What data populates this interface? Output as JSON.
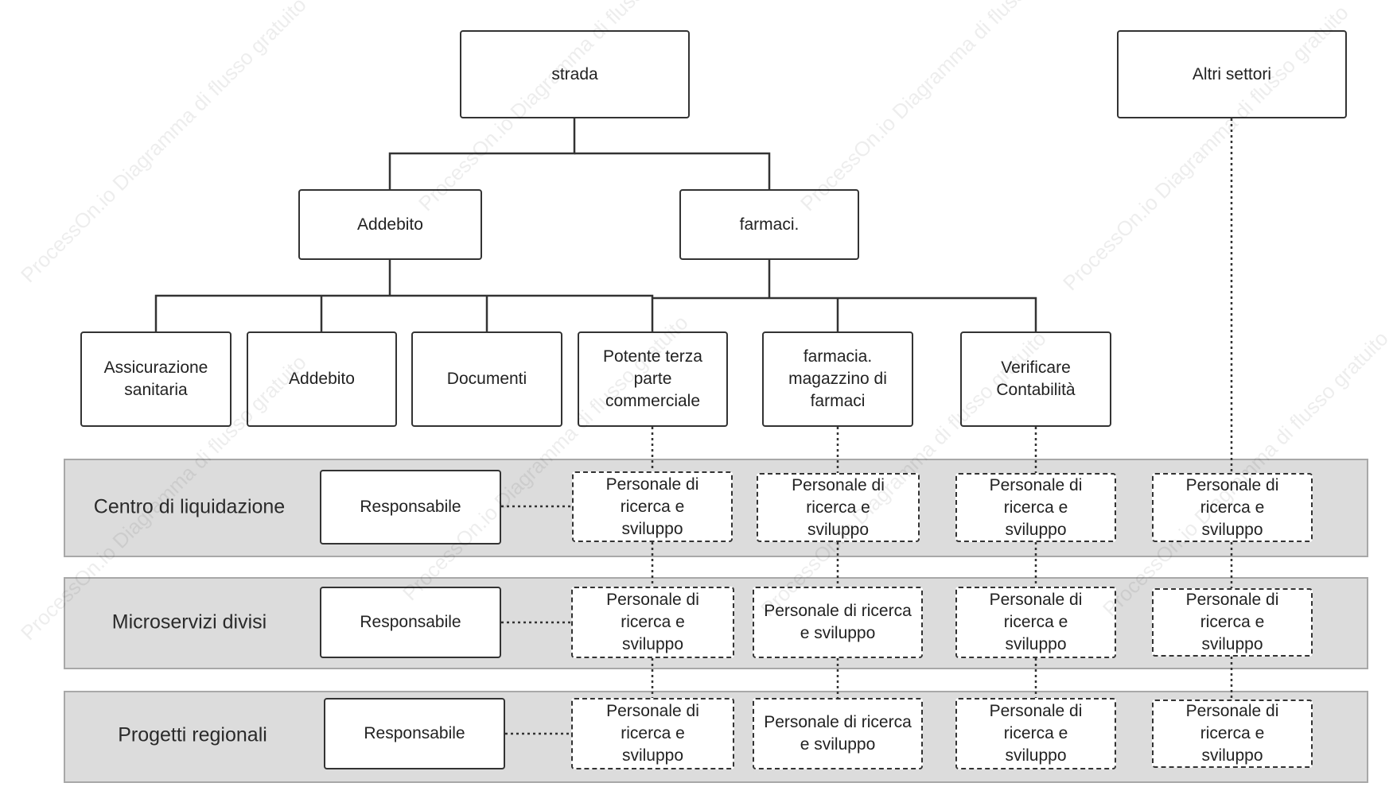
{
  "diagram": {
    "top": {
      "strada": "strada",
      "altri_settori": "Altri settori"
    },
    "mid": {
      "addebito": "Addebito",
      "farmaci": "farmaci."
    },
    "leaves": {
      "assicurazione": "Assicurazione sanitaria",
      "addebito": "Addebito",
      "documenti": "Documenti",
      "potente": "Potente terza parte commerciale",
      "farmacia": "farmacia. magazzino di farmaci",
      "verificare": "Verificare Contabilità"
    },
    "bands": {
      "centro": "Centro di liquidazione",
      "microservizi": "Microservizi divisi",
      "progetti": "Progetti regionali"
    },
    "responsabile": "Responsabile",
    "staff": {
      "personale_3_lines": "Personale di ricerca e sviluppo",
      "personale_2_lines": "Personale di ricerca e sviluppo"
    },
    "watermark": "ProcessOn.io Diagramma di flusso gratuito"
  },
  "colors": {
    "band_fill": "#dcdcdc",
    "band_border": "#a8a8a8",
    "node_border": "#333333",
    "node_fill": "#ffffff"
  }
}
